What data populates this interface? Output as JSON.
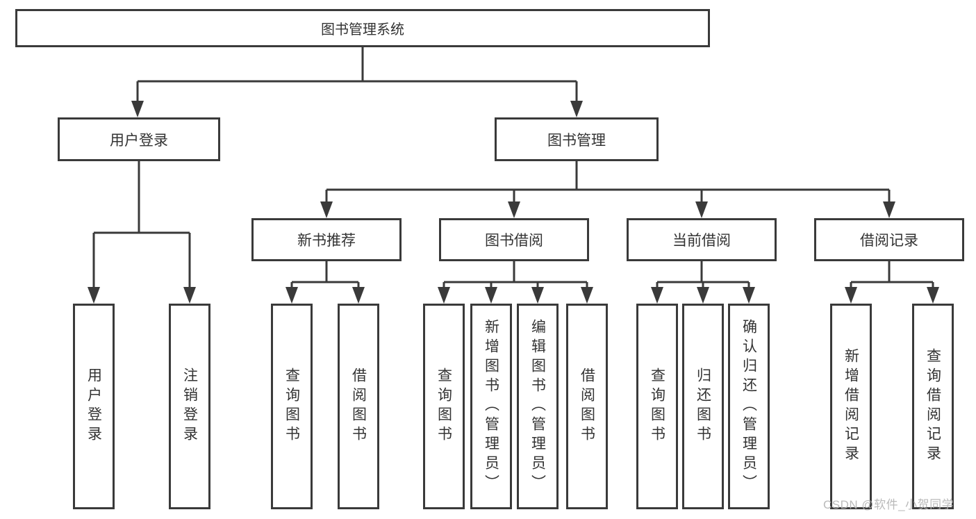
{
  "colors": {
    "line": "#3a3a3a",
    "node_border": "#3a3a3a",
    "node_text": "#333333",
    "background": "#ffffff",
    "watermark": "#b5b5b5"
  },
  "tree": {
    "root": "图书管理系统",
    "user_login": {
      "label": "用户登录",
      "children": [
        "用户登录",
        "注销登录"
      ]
    },
    "book_management": {
      "label": "图书管理",
      "groups": [
        {
          "label": "新书推荐",
          "children": [
            "查询图书",
            "借阅图书"
          ]
        },
        {
          "label": "图书借阅",
          "children": [
            "查询图书",
            "新增图书（管理员）",
            "编辑图书（管理员）",
            "借阅图书"
          ]
        },
        {
          "label": "当前借阅",
          "children": [
            "查询图书",
            "归还图书",
            "确认归还（管理员）"
          ]
        },
        {
          "label": "借阅记录",
          "children": [
            "新增借阅记录",
            "查询借阅记录"
          ]
        }
      ]
    }
  },
  "watermark": "CSDN @软件_小贺同学"
}
